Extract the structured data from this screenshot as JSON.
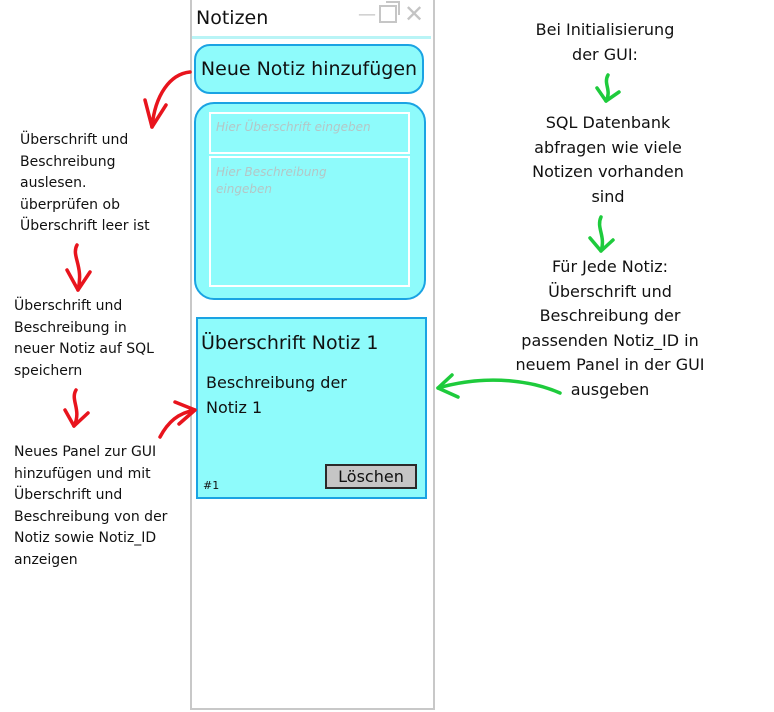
{
  "app_window": {
    "title": "Notizen",
    "add_note_label": "Neue Notiz hinzufügen",
    "title_placeholder": "Hier Überschrift eingeben",
    "description_placeholder_lines": [
      "Hier Beschreibung",
      "eingeben"
    ],
    "note_panel": {
      "title": "Überschrift Notiz 1",
      "description_lines": [
        "Beschreibung der",
        "Notiz 1"
      ],
      "id_label": "#1",
      "delete_label": "Löschen"
    }
  },
  "left_notes": [
    [
      "Überschrift und",
      "Beschreibung",
      "auslesen.",
      "überprüfen ob",
      "Überschrift leer ist"
    ],
    [
      "Überschrift und",
      "Beschreibung in",
      "neuer Notiz auf SQL",
      "speichern"
    ],
    [
      "Neues Panel zur GUI",
      "hinzufügen und mit",
      "Überschrift und",
      "Beschreibung von der",
      "Notiz sowie Notiz_ID",
      "anzeigen"
    ]
  ],
  "right_notes": [
    [
      "Bei Initialisierung",
      "der GUI:"
    ],
    [
      "SQL Datenbank",
      "abfragen wie viele",
      "Notizen vorhanden",
      "sind"
    ],
    [
      "Für Jede Notiz:",
      "Überschrift und",
      "Beschreibung der",
      "passenden Notiz_ID in",
      "neuem Panel in der GUI",
      "ausgeben"
    ]
  ],
  "colors": {
    "panel_fill": "#8efbfb",
    "panel_border": "#1aa3e3",
    "red_arrow": "#e8141d",
    "green_arrow": "#1ecb3c"
  }
}
